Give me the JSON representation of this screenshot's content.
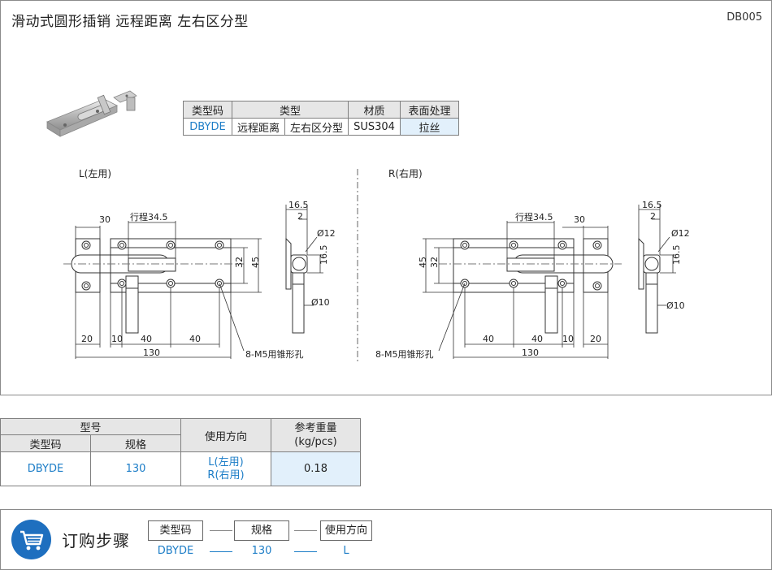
{
  "header": {
    "title": "滑动式圆形插销  远程距离  左右区分型",
    "code": "DB005"
  },
  "spec_table": {
    "headers": [
      "类型码",
      "类型",
      "材质",
      "表面处理"
    ],
    "row": [
      "DBYDE",
      "远程距离",
      "左右区分型",
      "SUS304",
      "拉丝"
    ]
  },
  "drawing": {
    "left_view_label": "L(左用)",
    "right_view_label": "R(右用)",
    "dims": {
      "d30": "30",
      "stroke": "行程34.5",
      "d32": "32",
      "d45": "45",
      "d20": "20",
      "d10": "10",
      "d40": "40",
      "d130": "130",
      "d16_5": "16.5",
      "d2": "2",
      "phi12": "Ø12",
      "phi10": "Ø10",
      "holes": "8-M5用锥形孔"
    }
  },
  "order_table": {
    "model_header": "型号",
    "type_code_header": "类型码",
    "spec_header": "规格",
    "direction_header": "使用方向",
    "weight_header_1": "参考重量",
    "weight_header_2": "(kg/pcs)",
    "type_code": "DBYDE",
    "spec": "130",
    "direction_l": "L(左用)",
    "direction_r": "R(右用)",
    "weight": "0.18"
  },
  "order_steps": {
    "title": "订购步骤",
    "labels": [
      "类型码",
      "规格",
      "使用方向"
    ],
    "values": [
      "DBYDE",
      "130",
      "L"
    ]
  },
  "colors": {
    "accent_blue": "#1c7dc7",
    "badge_blue": "#1e6fbf",
    "header_gray": "#e6e6e6",
    "pale_blue": "#e2f0fb"
  }
}
